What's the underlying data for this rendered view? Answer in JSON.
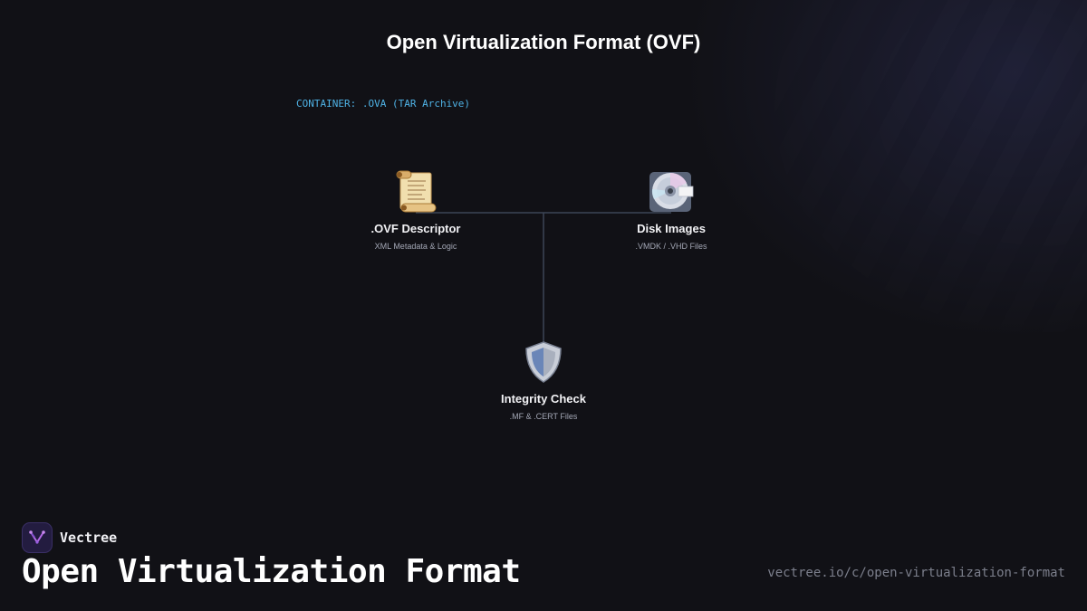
{
  "diagram": {
    "title": "Open Virtualization Format (OVF)",
    "container_label": "CONTAINER: .OVA (TAR Archive)",
    "nodes": [
      {
        "id": "ovf-descriptor",
        "icon": "scroll-icon",
        "name": ".OVF Descriptor",
        "description": "XML Metadata & Logic"
      },
      {
        "id": "disk-images",
        "icon": "optical-disc-icon",
        "name": "Disk Images",
        "description": ".VMDK / .VHD Files"
      },
      {
        "id": "integrity-check",
        "icon": "shield-icon",
        "name": "Integrity Check",
        "description": ".MF & .CERT Files"
      }
    ],
    "colors": {
      "background": "#111116",
      "accent": "#4fb3e6",
      "connector": "#3c4656"
    }
  },
  "footer": {
    "brand_name": "Vectree",
    "brand_icon": "vectree-logo-icon",
    "title": "Open Virtualization Format",
    "url": "vectree.io/c/open-virtualization-format"
  }
}
